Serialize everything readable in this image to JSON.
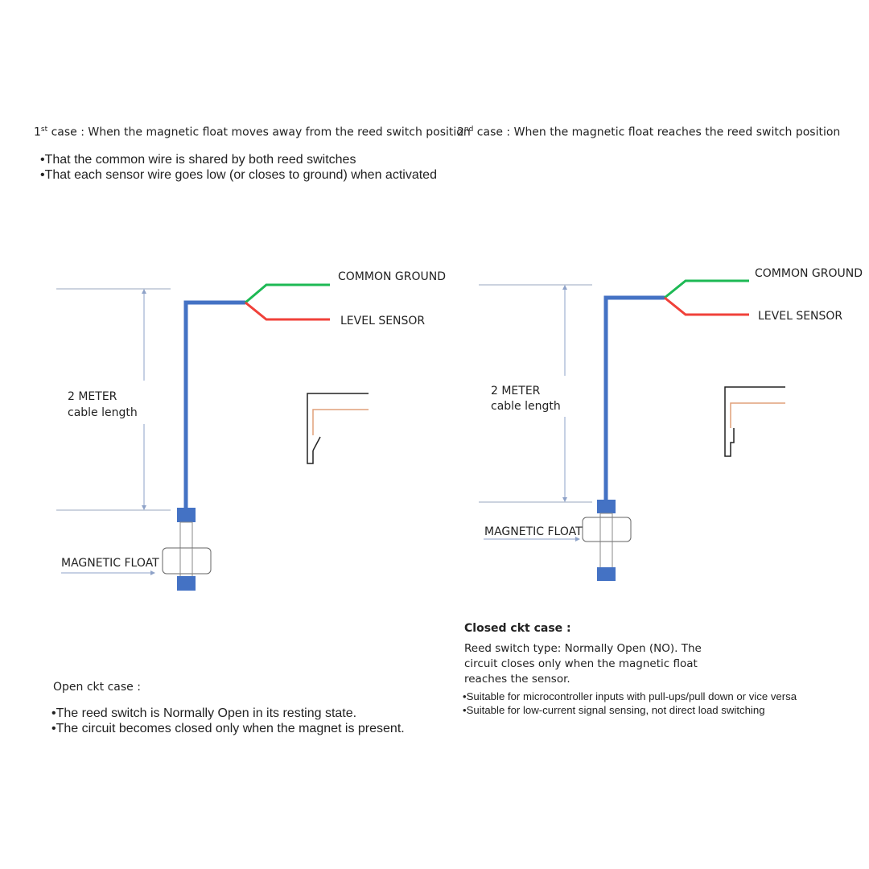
{
  "case1": {
    "heading_num": "1",
    "heading_sup": "st",
    "heading_rest": " case : When the magnetic float moves away from the reed switch position",
    "bullets": [
      "•That the common wire is shared by both reed switches",
      "•That each sensor wire goes low (or closes to ground) when activated"
    ],
    "common_ground": "COMMON GROUND",
    "level_sensor": "LEVEL SENSOR",
    "length_line1": "2 METER",
    "length_line2": "cable length",
    "float_label": "MAGNETIC FLOAT",
    "section_title": "Open ckt case :",
    "section_bullets": [
      "•The reed switch is Normally Open in its resting state.",
      "•The circuit becomes closed only when the magnet is present."
    ]
  },
  "case2": {
    "heading_num": "2",
    "heading_sup": "nd",
    "heading_rest": " case : When the magnetic float reaches the reed switch position",
    "common_ground": "COMMON GROUND",
    "level_sensor": "LEVEL SENSOR",
    "length_line1": "2 METER",
    "length_line2": "cable length",
    "float_label": "MAGNETIC FLOAT",
    "section_title": "Closed ckt case :",
    "section_lines": [
      "Reed switch type: Normally Open (NO). The",
      "circuit closes only when the magnetic float",
      "reaches the sensor."
    ],
    "section_bullets": [
      "•Suitable for microcontroller inputs with pull-ups/pull down or vice versa",
      "•Suitable for low-current signal sensing, not direct load switching"
    ]
  },
  "colors": {
    "cable": "#4472c4",
    "ground_wire": "#1db954",
    "sensor_wire": "#f0413a",
    "dim_line": "#8ea2c8",
    "switch_lead": "#e0a07a"
  }
}
